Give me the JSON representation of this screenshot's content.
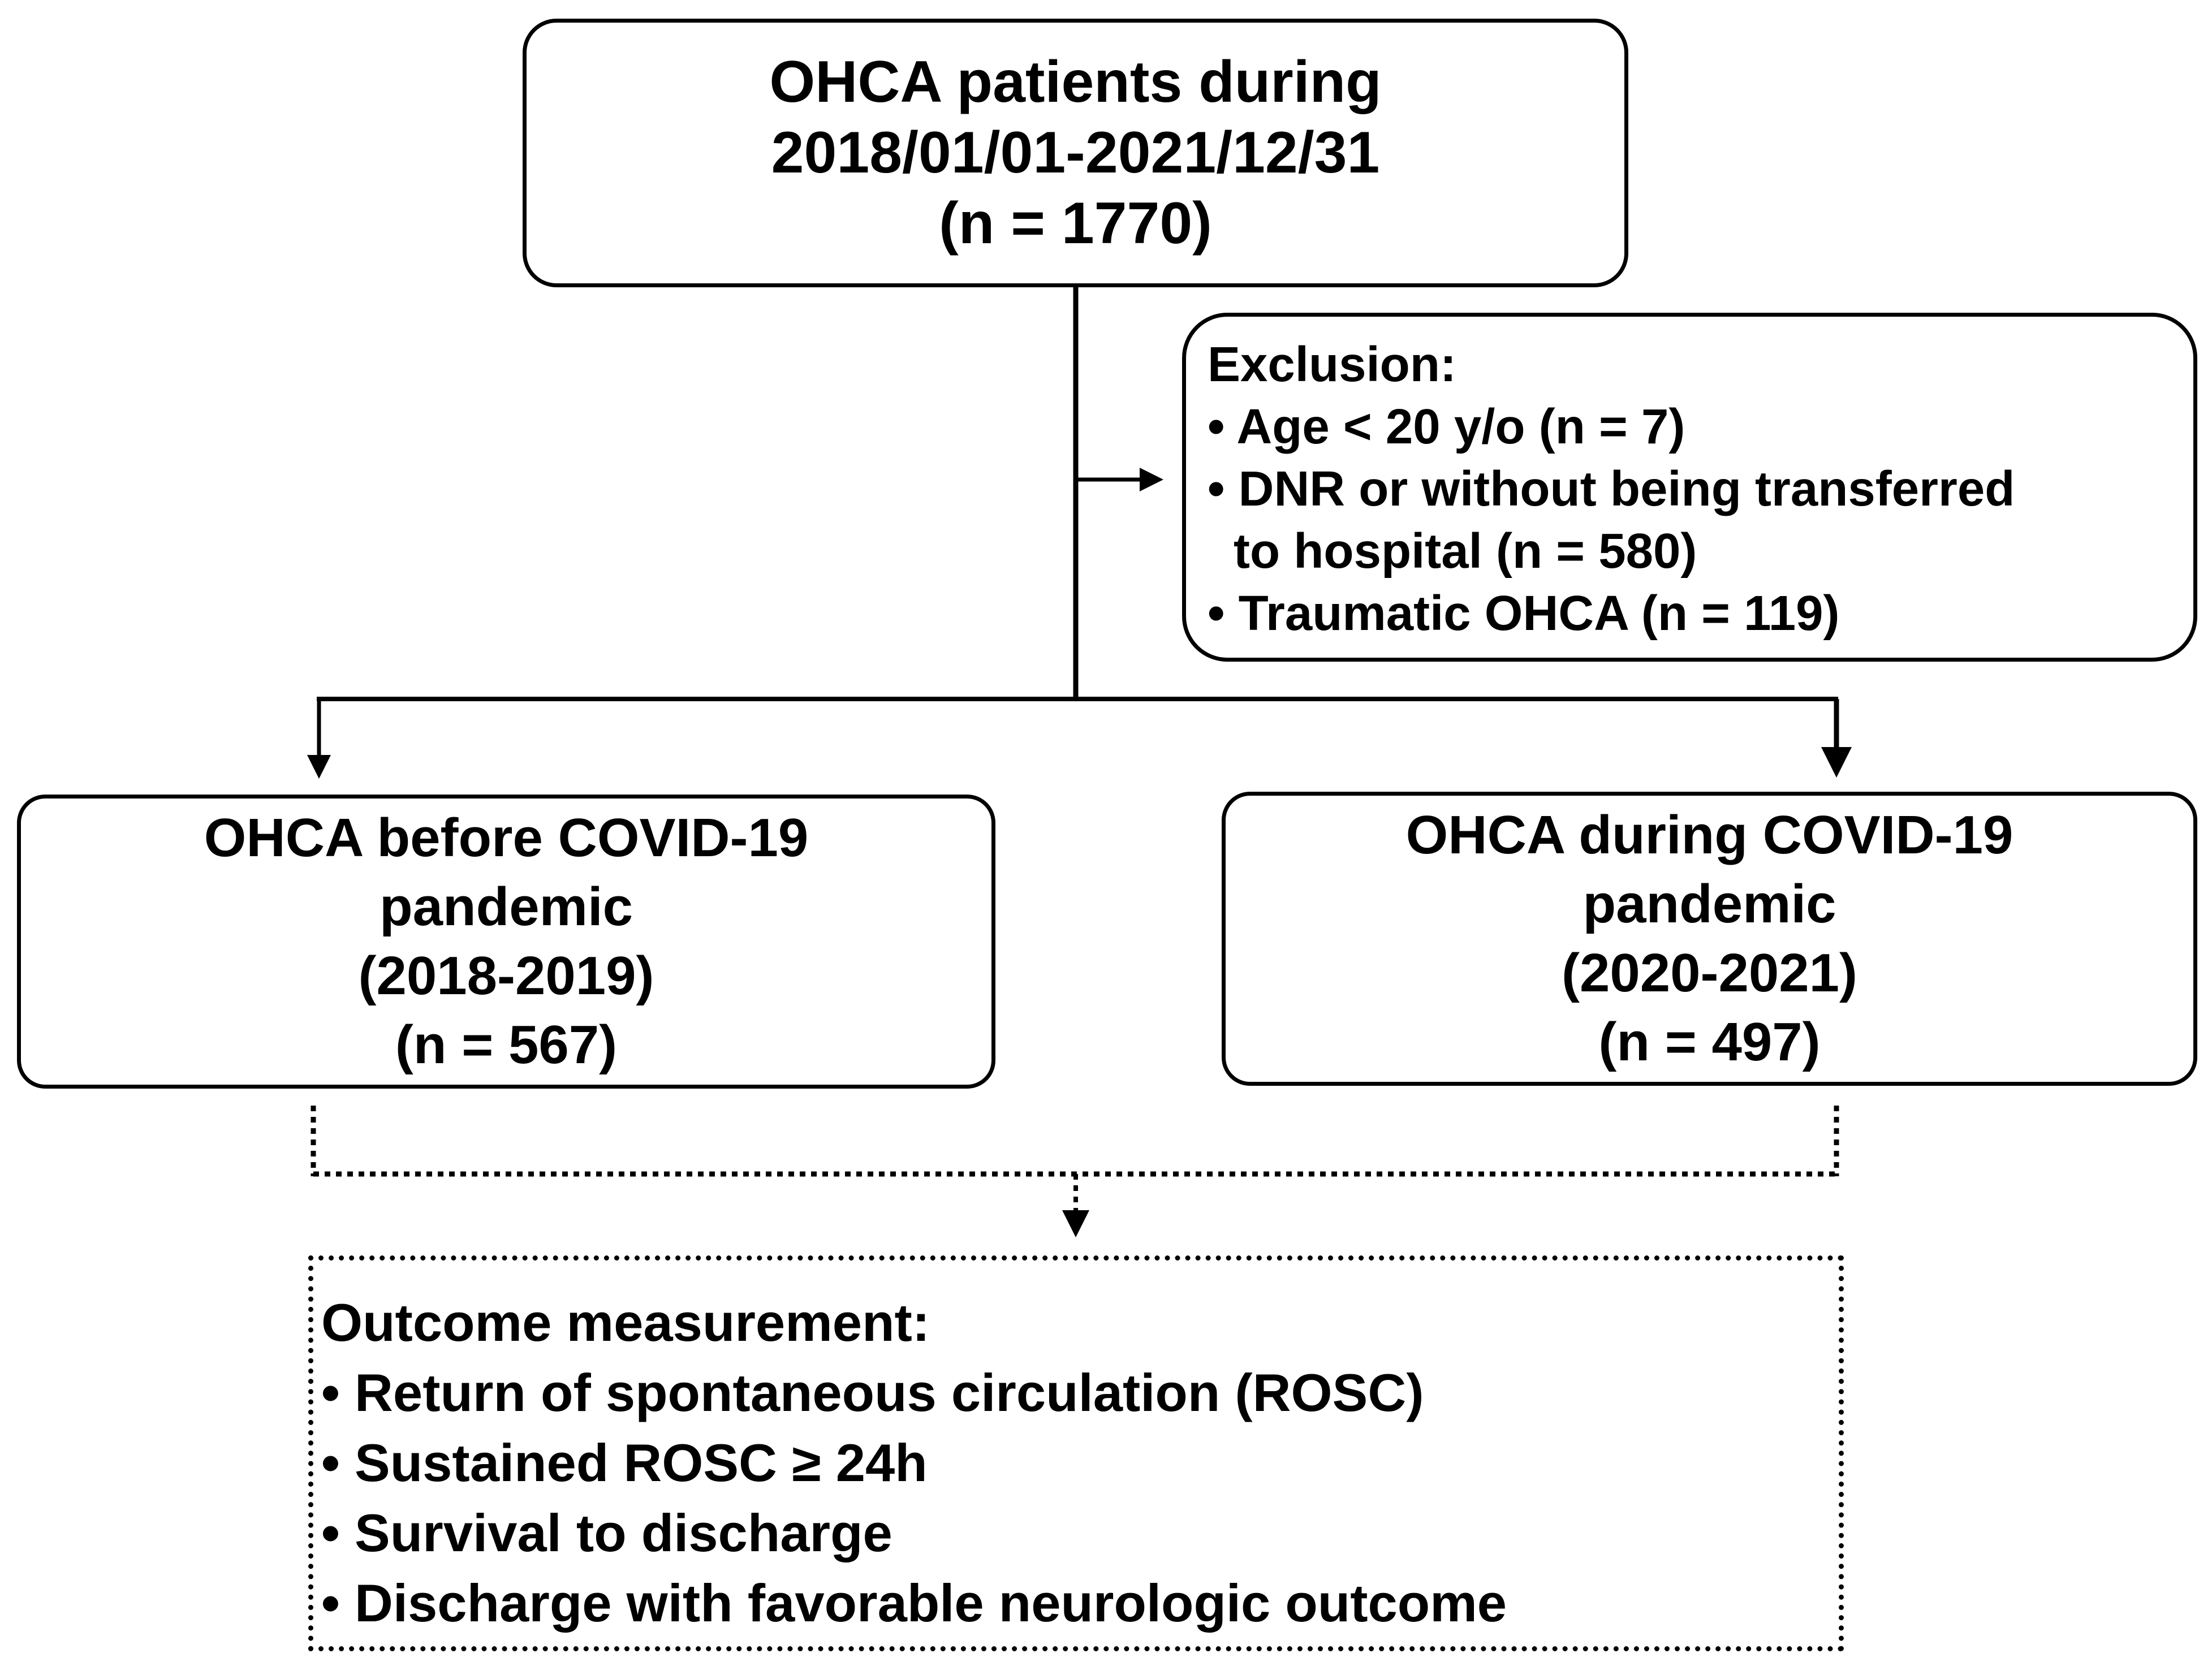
{
  "top_box": {
    "line1": "OHCA patients during",
    "line2": "2018/01/01-2021/12/31",
    "line3": "(n = 1770)"
  },
  "exclusion_box": {
    "title": "Exclusion:",
    "item1": "• Age < 20 y/o (n = 7)",
    "item2_line1": "• DNR or without being transferred",
    "item2_line2": "to hospital (n = 580)",
    "item3": "• Traumatic OHCA (n = 119)"
  },
  "before_box": {
    "line1": "OHCA before COVID-19",
    "line2": "pandemic",
    "line3": "(2018-2019)",
    "line4": "(n = 567)"
  },
  "during_box": {
    "line1": "OHCA during COVID-19",
    "line2": "pandemic",
    "line3": "(2020-2021)",
    "line4": "(n = 497)"
  },
  "outcome_box": {
    "title": "Outcome measurement:",
    "item1": "• Return of spontaneous circulation (ROSC)",
    "item2": "• Sustained ROSC ≥ 24h",
    "item3": "• Survival to discharge",
    "item4": "• Discharge with favorable neurologic outcome"
  }
}
